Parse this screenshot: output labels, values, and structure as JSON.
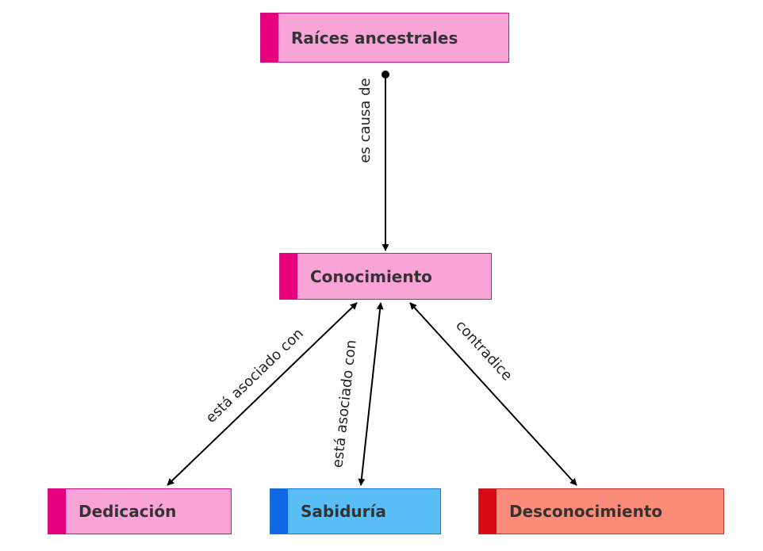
{
  "colors": {
    "pink_fill": "#f8a4d6",
    "pink_stripe": "#e6007e",
    "pink_border": "#d1127a",
    "blue_fill": "#5bbff7",
    "blue_stripe": "#1167e6",
    "blue_border": "#1976c8",
    "red_fill": "#fb8c7a",
    "red_stripe": "#d70b18",
    "red_border": "#c8302c"
  },
  "nodes": {
    "raices": "Raíces ancestrales",
    "conocimiento": "Conocimiento",
    "dedicacion": "Dedicación",
    "sabiduria": "Sabiduría",
    "desconocimiento": "Desconocimiento"
  },
  "edges": {
    "raices_conocimiento": "es causa de",
    "conocimiento_dedicacion": "está asociado con",
    "conocimiento_sabiduria": "está asociado con",
    "conocimiento_desconocimiento": "contradice"
  }
}
